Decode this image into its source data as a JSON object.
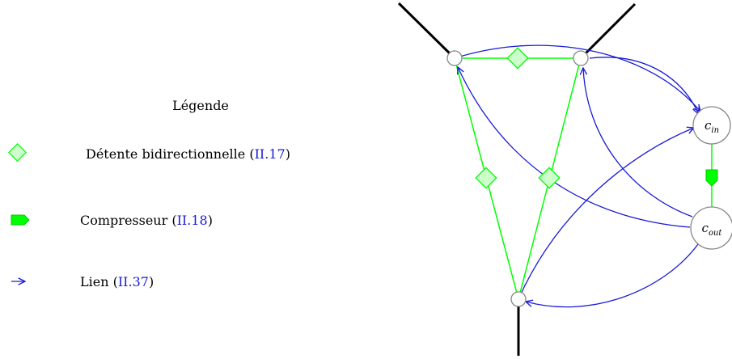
{
  "legend": {
    "title": "Légende",
    "items": [
      {
        "symbol": "diamond",
        "text": "Détente bidirectionnelle",
        "ref": "II.17"
      },
      {
        "symbol": "compressor",
        "text": "Compresseur",
        "ref": "II.18"
      },
      {
        "symbol": "arrow",
        "text": "Lien",
        "ref": "II.37"
      }
    ]
  },
  "nodes": {
    "cin": {
      "base": "c",
      "sub": "in"
    },
    "cout": {
      "base": "c",
      "sub": "out"
    }
  },
  "colors": {
    "green": "#00ff00",
    "green_fill": "#ccffcc",
    "blue": "#1a1ad6",
    "node_stroke": "#888888",
    "black": "#000000"
  }
}
